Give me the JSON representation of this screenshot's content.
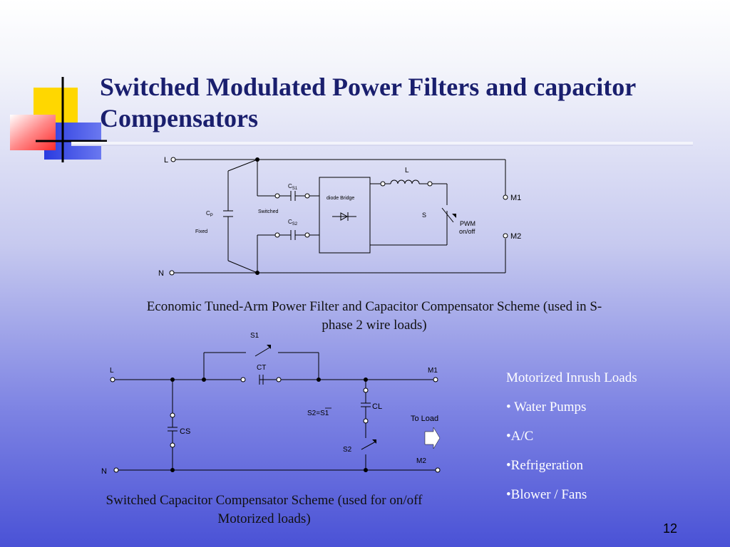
{
  "slide": {
    "title_line1": "Switched Modulated Power Filters and capacitor",
    "title_line2": "Compensators",
    "page_number": "12"
  },
  "diagram1": {
    "labels": {
      "L_terminal": "L",
      "N_terminal": "N",
      "inductor": "L",
      "M1": "M1",
      "M2": "M2",
      "CS1_main": "C",
      "CS1_sub": "S1",
      "CS2_main": "C",
      "CS2_sub": "S2",
      "CP_main": "C",
      "CP_sub": "P",
      "switched": "Switched",
      "fixed": "Fixed",
      "diode_bridge": "diode Bridge",
      "S": "S",
      "PWM": "PWM",
      "onoff": "on/off"
    },
    "caption_line1": "Economic Tuned-Arm Power Filter and Capacitor Compensator Scheme (used in S-",
    "caption_line2": "phase 2 wire loads)"
  },
  "diagram2": {
    "labels": {
      "S1": "S1",
      "CT": "CT",
      "L": "L",
      "M1": "M1",
      "CL": "CL",
      "S2eq": "S2=S1",
      "to_load": "To Load",
      "CS": "CS",
      "S2": "S2",
      "N": "N",
      "M2": "M2"
    },
    "caption_line1": "Switched Capacitor Compensator Scheme (used for on/off",
    "caption_line2": "Motorized loads)"
  },
  "loads_list": {
    "heading": "Motorized Inrush Loads",
    "items": [
      "• Water Pumps",
      "•A/C",
      "•Refrigeration",
      "•Blower / Fans"
    ]
  }
}
